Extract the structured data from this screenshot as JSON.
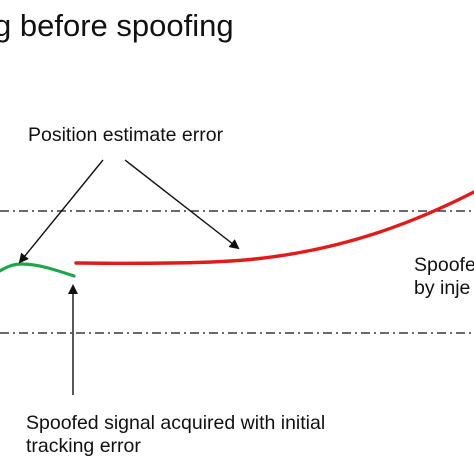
{
  "title": "g before spoofing",
  "labels": {
    "position_error": "Position estimate error",
    "spoofed_acquired": "Spoofed signal acquired with initial\ntracking error",
    "right_cut": "Spoofe\nby inje"
  },
  "colors": {
    "true_track": "#1aa84a",
    "spoofed_track": "#e01b1b",
    "ink": "#111111"
  }
}
